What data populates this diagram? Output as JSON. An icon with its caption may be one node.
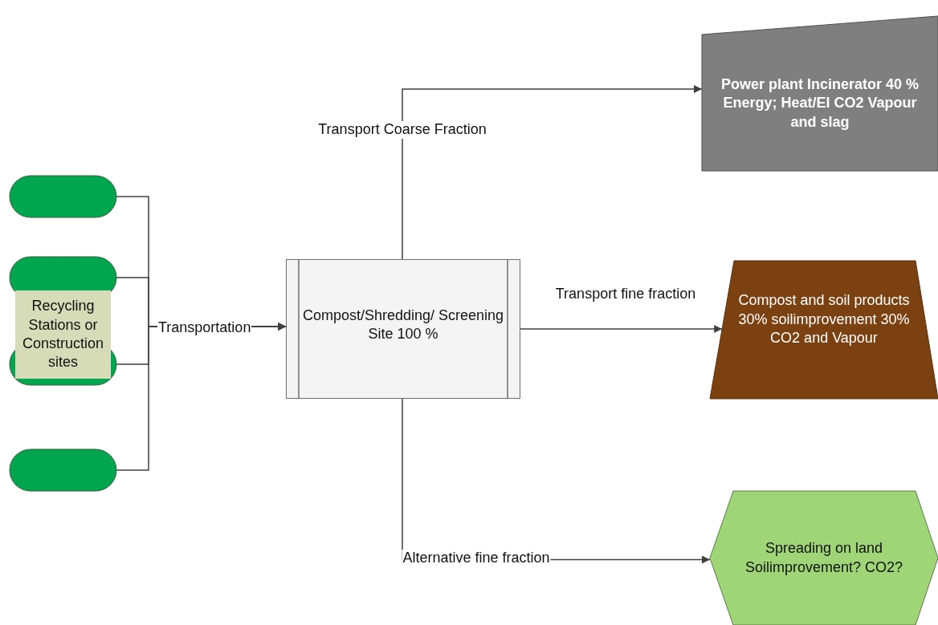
{
  "diagram": {
    "nodes": [
      {
        "text": [],
        "shape": "box"
      },
      {
        "text": [],
        "shape": "box"
      },
      {
        "text": [],
        "shape": "box"
      },
      {
        "text": [],
        "shape": "box"
      },
      {
        "text": [
          "Recycling Stations or Construction sites"
        ]
      },
      {
        "text": [
          "Compost/Shredding/ Screening Site 100 %"
        ]
      },
      {
        "text": [
          "Power plant Incinerator 40 % Energy; Heat/El CO2 Vapour and slag"
        ]
      },
      {
        "text": [
          "Compost and soil products 30% soilimprovement 30% CO2 and Vapour"
        ]
      },
      {
        "text": [
          "Spreading on land Soilimprovement? CO2?"
        ]
      }
    ],
    "edges": [
      {
        "from": 0,
        "to": 5,
        "arrow": "to",
        "label": "Transportation"
      },
      {
        "from": 1,
        "to": 5,
        "arrow": "to"
      },
      {
        "from": 2,
        "to": 5,
        "arrow": "to"
      },
      {
        "from": 3,
        "to": 5,
        "arrow": "to"
      },
      {
        "from": 5,
        "to": 6,
        "arrow": "to",
        "label": "Transport Coarse Fraction"
      },
      {
        "from": 5,
        "to": 7,
        "arrow": "to",
        "label": "Transport fine fraction"
      },
      {
        "from": 5,
        "to": 8,
        "arrow": "to",
        "label": "Alternative fine fraction"
      }
    ]
  }
}
